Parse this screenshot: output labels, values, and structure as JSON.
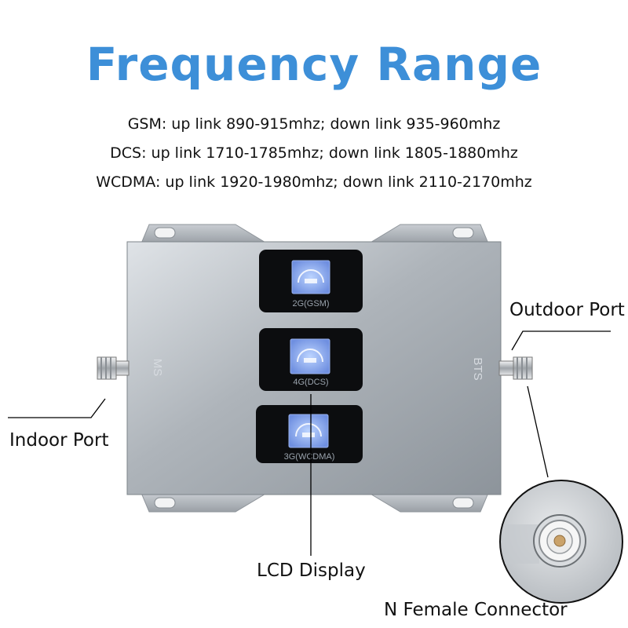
{
  "title": "Frequency Range",
  "frequencies": [
    "GSM: up link 890-915mhz; down link 935-960mhz",
    "DCS: up link 1710-1785mhz; down link 1805-1880mhz",
    "WCDMA: up link 1920-1980mhz; down link 2110-2170mhz"
  ],
  "device": {
    "left_port_label": "MS",
    "right_port_label": "BTS",
    "lcds": [
      "2G(GSM)",
      "4G(DCS)",
      "3G(WCDMA)"
    ]
  },
  "callouts": {
    "outdoor_port": "Outdoor Port",
    "indoor_port": "Indoor Port",
    "lcd_display": "LCD Display",
    "n_female_connector": "N Female Connector"
  }
}
